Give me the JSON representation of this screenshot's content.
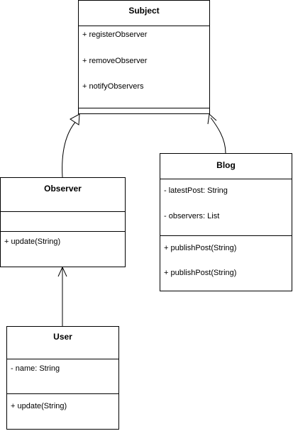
{
  "classes": {
    "subject": {
      "name": "Subject",
      "attributes": [],
      "methods": [
        "+ registerObserver",
        "+ removeObserver",
        "+ notifyObservers"
      ]
    },
    "blog": {
      "name": "Blog",
      "attributes": [
        "- latestPost: String",
        "- observers: List"
      ],
      "methods": [
        "+ publishPost(String)",
        "+ publishPost(String)"
      ]
    },
    "observer": {
      "name": "Observer",
      "attributes": [],
      "methods": [
        "+ update(String)"
      ]
    },
    "user": {
      "name": "User",
      "attributes": [
        "- name: String"
      ],
      "methods": [
        "+ update(String)"
      ]
    }
  },
  "relationships": [
    {
      "from": "Observer",
      "to": "Subject",
      "arrow": "hollow-triangle"
    },
    {
      "from": "Blog",
      "to": "Subject",
      "arrow": "open-arrow"
    },
    {
      "from": "User",
      "to": "Observer",
      "arrow": "open-arrow"
    }
  ]
}
